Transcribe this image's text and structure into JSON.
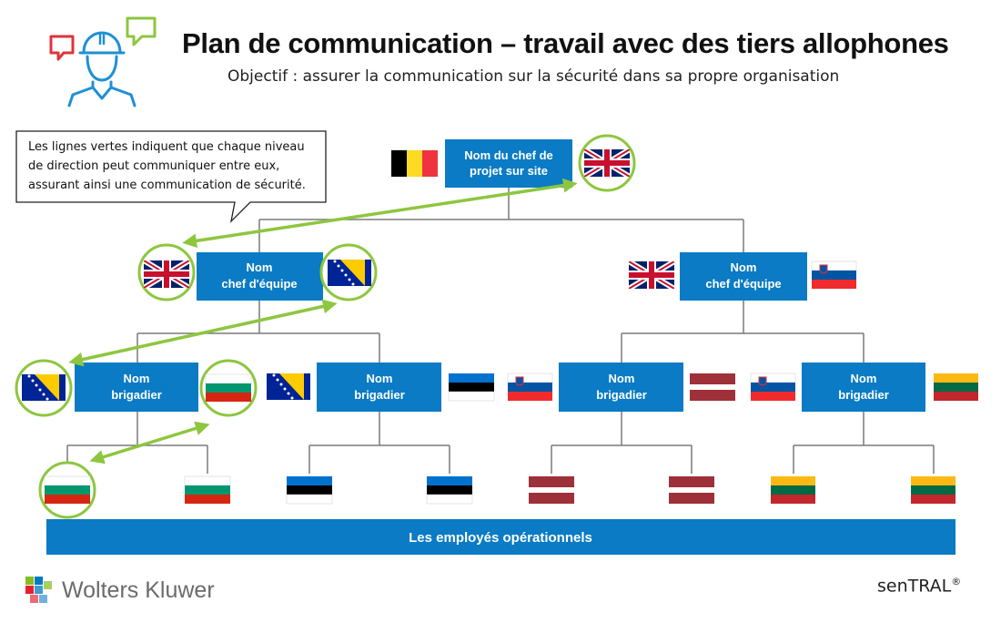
{
  "header": {
    "title": "Plan de communication – travail avec des tiers allophones",
    "subtitle": "Objectif : assurer la communication sur la sécurité dans sa propre organisation"
  },
  "callout": {
    "lines": [
      "Les lignes vertes indiquent que chaque niveau",
      "de direction peut communiquer entre eux,",
      "assurant ainsi une communication de sécurité."
    ]
  },
  "org": {
    "top": {
      "lines": [
        "Nom du chef de",
        "projet sur site"
      ],
      "flags": [
        "belgium",
        "united-kingdom"
      ]
    },
    "team_leads": [
      {
        "lines": [
          "Nom",
          "chef d'équipe"
        ],
        "flags": [
          "united-kingdom",
          "bosnia"
        ]
      },
      {
        "lines": [
          "Nom",
          "chef d'équipe"
        ],
        "flags": [
          "united-kingdom",
          "slovenia"
        ]
      }
    ],
    "brigadiers": [
      {
        "lines": [
          "Nom",
          "brigadier"
        ],
        "flags": [
          "bosnia",
          "bulgaria"
        ]
      },
      {
        "lines": [
          "Nom",
          "brigadier"
        ],
        "flags": [
          "bosnia",
          "estonia"
        ]
      },
      {
        "lines": [
          "Nom",
          "brigadier"
        ],
        "flags": [
          "slovenia",
          "latvia"
        ]
      },
      {
        "lines": [
          "Nom",
          "brigadier"
        ],
        "flags": [
          "slovenia",
          "lithuania"
        ]
      }
    ],
    "workers": [
      "bulgaria",
      "bulgaria",
      "estonia",
      "estonia",
      "latvia",
      "latvia",
      "lithuania",
      "lithuania"
    ],
    "employees_bar": "Les employés opérationnels"
  },
  "footer": {
    "left": "Wolters Kluwer",
    "right": "senTRAL",
    "right_mark": "®"
  },
  "colors": {
    "box_blue": "#0a7bc4",
    "green_ring": "#8dc63f",
    "connector_gray": "#7a7a7a",
    "icon_blue": "#1e90d6",
    "bubble_red": "#e1333b",
    "bubble_green": "#8dc63f"
  }
}
